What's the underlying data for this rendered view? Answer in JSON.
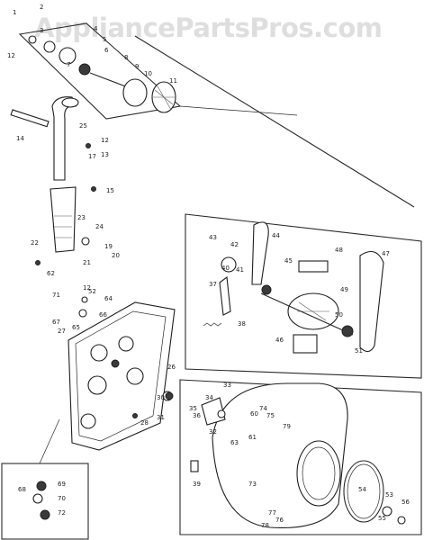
{
  "watermark": "AppliancePartsPros.com",
  "diagram": {
    "callouts": [
      {
        "id": "c1",
        "text": "1"
      },
      {
        "id": "c2",
        "text": "2"
      },
      {
        "id": "c3",
        "text": "3"
      },
      {
        "id": "c4",
        "text": "4"
      },
      {
        "id": "c5",
        "text": "5"
      },
      {
        "id": "c6",
        "text": "6"
      },
      {
        "id": "c7",
        "text": "7"
      },
      {
        "id": "c8",
        "text": "8"
      },
      {
        "id": "c9",
        "text": "9"
      },
      {
        "id": "c10",
        "text": "10"
      },
      {
        "id": "c11",
        "text": "11"
      },
      {
        "id": "c12",
        "text": "12"
      },
      {
        "id": "c12b",
        "text": "12"
      },
      {
        "id": "c12c",
        "text": "12"
      },
      {
        "id": "c13",
        "text": "13"
      },
      {
        "id": "c14",
        "text": "14"
      },
      {
        "id": "c15",
        "text": "15"
      },
      {
        "id": "c17",
        "text": "17"
      },
      {
        "id": "c19",
        "text": "19"
      },
      {
        "id": "c20",
        "text": "20"
      },
      {
        "id": "c21",
        "text": "21"
      },
      {
        "id": "c22",
        "text": "22"
      },
      {
        "id": "c23",
        "text": "23"
      },
      {
        "id": "c24",
        "text": "24"
      },
      {
        "id": "c25",
        "text": "25"
      },
      {
        "id": "c26",
        "text": "26"
      },
      {
        "id": "c27",
        "text": "27"
      },
      {
        "id": "c28",
        "text": "28"
      },
      {
        "id": "c30",
        "text": "30"
      },
      {
        "id": "c31",
        "text": "31"
      },
      {
        "id": "c32",
        "text": "32"
      },
      {
        "id": "c33",
        "text": "33"
      },
      {
        "id": "c34",
        "text": "34"
      },
      {
        "id": "c35",
        "text": "35"
      },
      {
        "id": "c36",
        "text": "36"
      },
      {
        "id": "c37",
        "text": "37"
      },
      {
        "id": "c38",
        "text": "38"
      },
      {
        "id": "c39",
        "text": "39"
      },
      {
        "id": "c40",
        "text": "40"
      },
      {
        "id": "c41",
        "text": "41"
      },
      {
        "id": "c42",
        "text": "42"
      },
      {
        "id": "c43",
        "text": "43"
      },
      {
        "id": "c44",
        "text": "44"
      },
      {
        "id": "c45",
        "text": "45"
      },
      {
        "id": "c46",
        "text": "46"
      },
      {
        "id": "c47",
        "text": "47"
      },
      {
        "id": "c48",
        "text": "48"
      },
      {
        "id": "c49",
        "text": "49"
      },
      {
        "id": "c50",
        "text": "50"
      },
      {
        "id": "c51",
        "text": "51"
      },
      {
        "id": "c52",
        "text": "52"
      },
      {
        "id": "c53",
        "text": "53"
      },
      {
        "id": "c54",
        "text": "54"
      },
      {
        "id": "c55",
        "text": "55"
      },
      {
        "id": "c56",
        "text": "56"
      },
      {
        "id": "c60",
        "text": "60"
      },
      {
        "id": "c61",
        "text": "61"
      },
      {
        "id": "c62",
        "text": "62"
      },
      {
        "id": "c63",
        "text": "63"
      },
      {
        "id": "c64",
        "text": "64"
      },
      {
        "id": "c65",
        "text": "65"
      },
      {
        "id": "c66",
        "text": "66"
      },
      {
        "id": "c67",
        "text": "67"
      },
      {
        "id": "c68",
        "text": "68"
      },
      {
        "id": "c69",
        "text": "69"
      },
      {
        "id": "c70",
        "text": "70"
      },
      {
        "id": "c71",
        "text": "71"
      },
      {
        "id": "c72",
        "text": "72"
      },
      {
        "id": "c73",
        "text": "73"
      },
      {
        "id": "c74",
        "text": "74"
      },
      {
        "id": "c75",
        "text": "75"
      },
      {
        "id": "c76",
        "text": "76"
      },
      {
        "id": "c77",
        "text": "77"
      },
      {
        "id": "c78",
        "text": "78"
      },
      {
        "id": "c79",
        "text": "79"
      }
    ]
  }
}
